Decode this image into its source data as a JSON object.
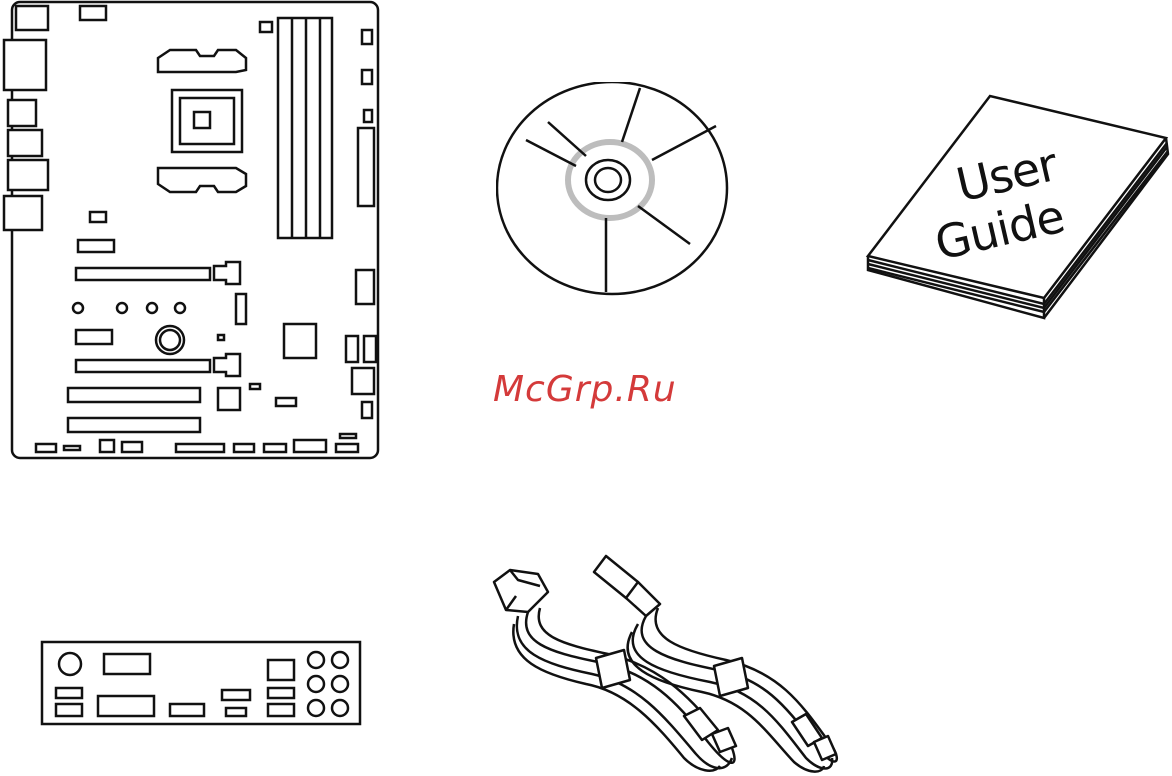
{
  "watermark": {
    "text": "McGrp.Ru",
    "color": "#d43a3a"
  },
  "manual": {
    "line1": "User",
    "line2": "Guide"
  },
  "items": [
    {
      "id": "motherboard",
      "icon": "motherboard-icon"
    },
    {
      "id": "driver-disc",
      "icon": "disc-icon"
    },
    {
      "id": "user-guide",
      "icon": "book-icon"
    },
    {
      "id": "io-shield",
      "icon": "io-shield-icon"
    },
    {
      "id": "sata-cables",
      "icon": "sata-cable-icon"
    }
  ]
}
